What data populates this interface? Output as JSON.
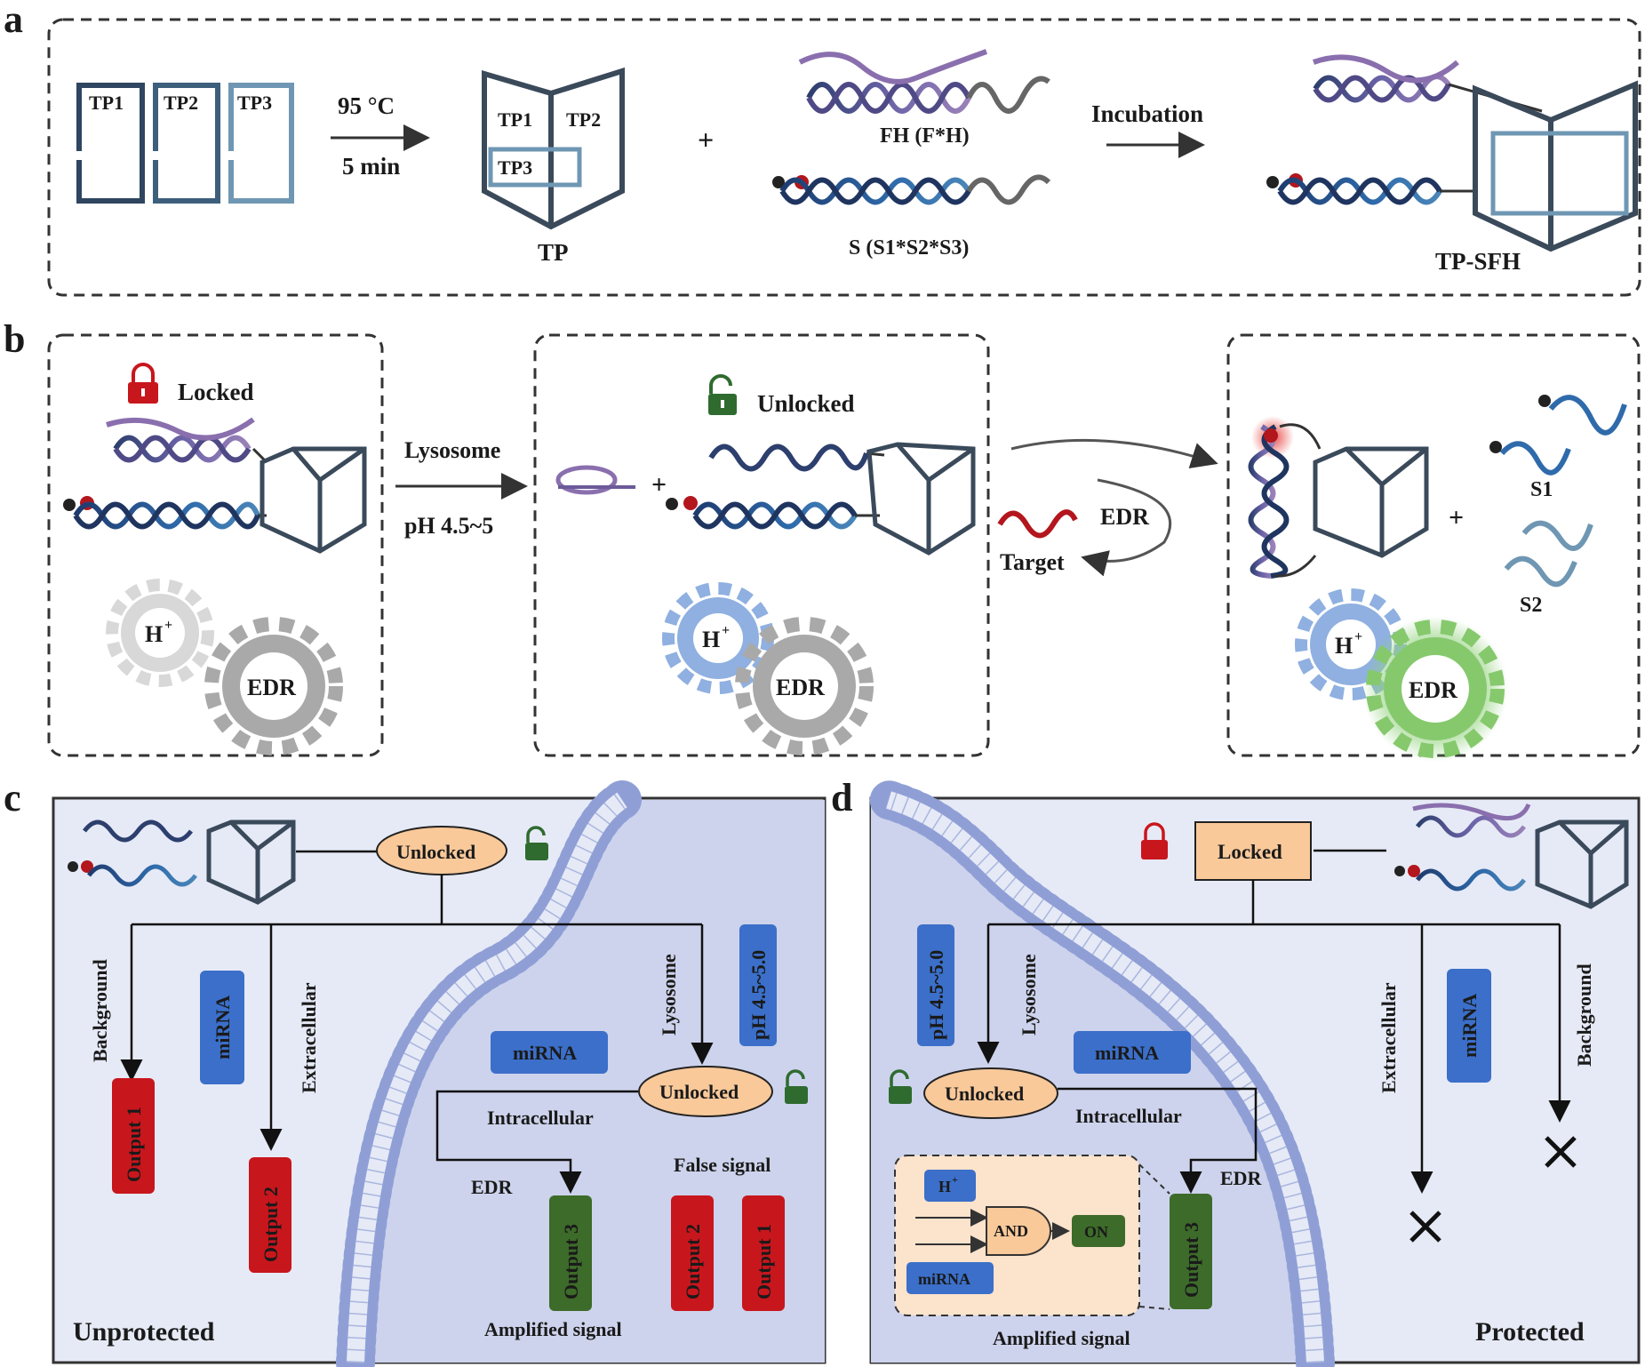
{
  "panels": {
    "a": "a",
    "b": "b",
    "c": "c",
    "d": "d"
  },
  "a": {
    "tp1": "TP1",
    "tp2": "TP2",
    "tp3": "TP3",
    "temp": "95 °C",
    "time": "5 min",
    "tp_label": "TP",
    "fh_label": "FH (F*H)",
    "s_label": "S (S1*S2*S3)",
    "incubation": "Incubation",
    "tpsfh_label": "TP-SFH",
    "plus": "+"
  },
  "b": {
    "locked": "Locked",
    "unlocked": "Unlocked",
    "lysosome": "Lysosome",
    "ph": "pH 4.5~5",
    "edr": "EDR",
    "target": "Target",
    "hplus": "H",
    "sup": "+",
    "s1": "S1",
    "s2": "S2",
    "plus": "+"
  },
  "c": {
    "unlocked": "Unlocked",
    "unlocked2": "Unlocked",
    "background": "Background",
    "extracellular": "Extracellular",
    "mirna1": "miRNA",
    "mirna2": "miRNA",
    "lysosome": "Lysosome",
    "ph": "pH 4.5~5.0",
    "intracellular": "Intracellular",
    "edr": "EDR",
    "false_signal": "False signal",
    "output1": "Output 1",
    "output2": "Output 2",
    "output3": "Output 3",
    "output2b": "Output 2",
    "output1b": "Output 1",
    "amplified": "Amplified signal",
    "unprotected": "Unprotected"
  },
  "d": {
    "locked": "Locked",
    "unlocked": "Unlocked",
    "ph": "pH 4.5~5.0",
    "lysosome": "Lysosome",
    "mirna1": "miRNA",
    "mirna2": "miRNA",
    "mirna3": "miRNA",
    "intracellular": "Intracellular",
    "edr": "EDR",
    "extracellular": "Extracellular",
    "background": "Background",
    "hplus": "H",
    "sup": "+",
    "and": "AND",
    "on": "ON",
    "output3": "Output 3",
    "amplified": "Amplified signal",
    "protected": "Protected"
  },
  "colors": {
    "cell_bg": "#e6eaf6",
    "cytoplasm": "#cdd3ec",
    "lipid": "#8f9fd6",
    "frame": "#3a4a5a",
    "red_box": "#c8161d",
    "green_box": "#3d6b2a",
    "blue_box": "#3b6fc9",
    "orange": "#f9c99a",
    "lock_red": "#c8161d",
    "lock_green": "#2f6b2f"
  }
}
